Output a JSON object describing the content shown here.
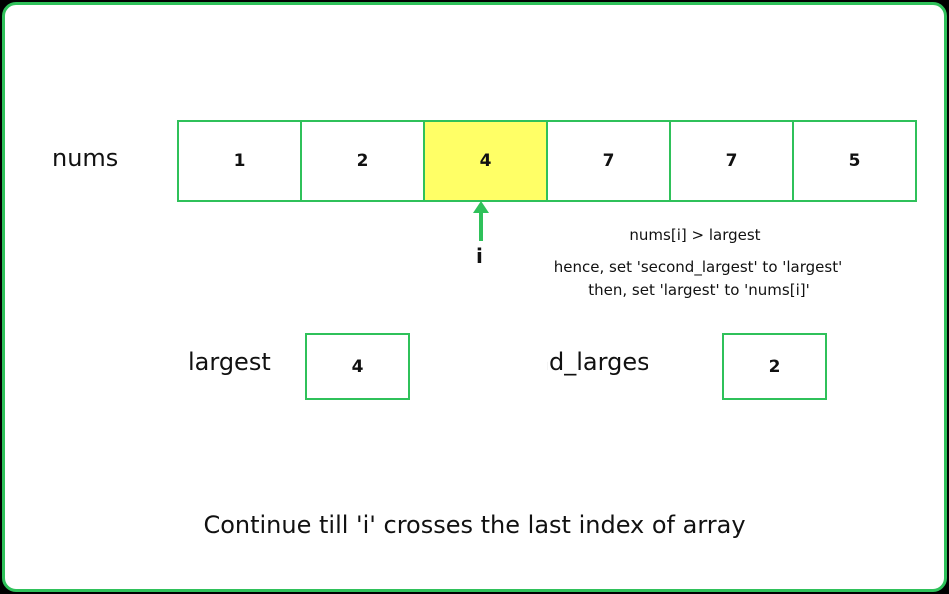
{
  "array": {
    "label": "nums",
    "values": [
      "1",
      "2",
      "4",
      "7",
      "7",
      "5"
    ],
    "active_index": 2
  },
  "pointer": {
    "label": "i"
  },
  "notes": {
    "line1": "nums[i] > largest",
    "line2": "hence, set 'second_largest' to 'largest'",
    "line3": "then, set 'largest' to 'nums[i]'"
  },
  "variables": {
    "largest": {
      "label": "largest",
      "value": "4"
    },
    "second_largest": {
      "label": "second_largest",
      "value": "2"
    }
  },
  "footer": "Continue till 'i' crosses the last index of array",
  "colors": {
    "accent": "#2fc15a",
    "highlight": "#ffff66",
    "background": "#ffffff"
  }
}
